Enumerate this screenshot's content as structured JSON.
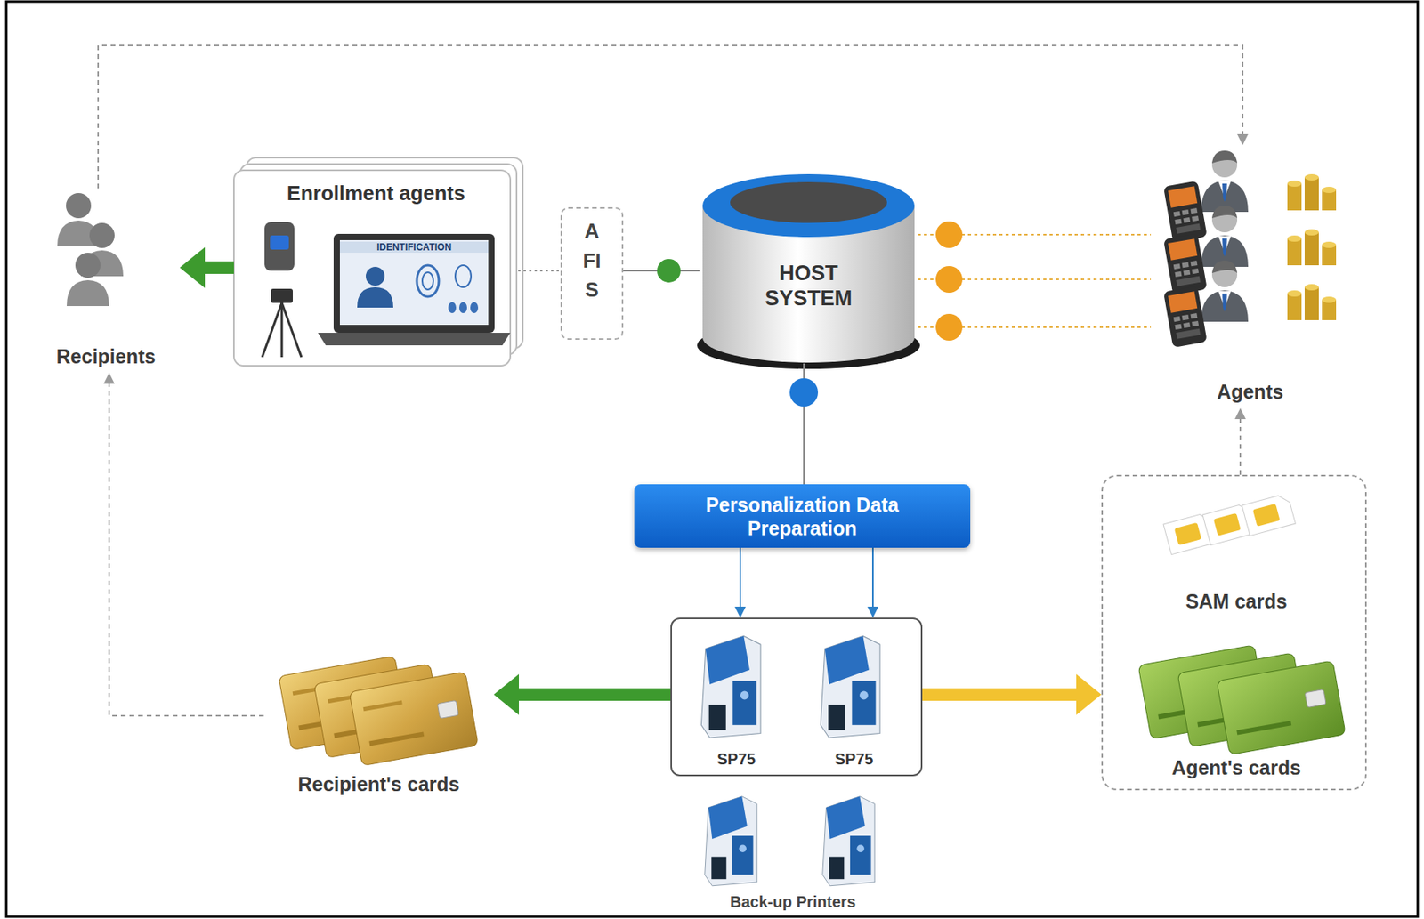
{
  "diagram": {
    "nodes": [
      {
        "text": [
          "Recipients"
        ]
      },
      {
        "text": [
          "Enrollment agents"
        ]
      },
      {
        "text": [
          "AFIS"
        ]
      },
      {
        "text": [
          "HOST SYSTEM"
        ]
      },
      {
        "text": [
          "Agents"
        ]
      },
      {
        "text": [
          "Personalization Data Preparation"
        ]
      },
      {
        "text": [
          "SP75",
          "SP75"
        ]
      },
      {
        "text": [
          "Recipient's cards"
        ]
      },
      {
        "text": []
      },
      {
        "text": [
          "SAM cards"
        ],
        "in": 8
      },
      {
        "text": [
          "Agent's cards"
        ],
        "in": 8
      }
    ],
    "edges": [
      {
        "from": 1,
        "to": 0,
        "arrow": "to"
      },
      {
        "from": 1,
        "to": 2,
        "arrow": "none"
      },
      {
        "from": 2,
        "to": 3,
        "arrow": "none"
      },
      {
        "from": 3,
        "to": 4,
        "arrow": "none"
      },
      {
        "from": 3,
        "to": 4,
        "arrow": "none"
      },
      {
        "from": 3,
        "to": 4,
        "arrow": "none"
      },
      {
        "from": 3,
        "to": 5,
        "arrow": "none"
      },
      {
        "from": 5,
        "to": 6,
        "arrow": "to"
      },
      {
        "from": 5,
        "to": 6,
        "arrow": "to"
      },
      {
        "from": 6,
        "to": 7,
        "arrow": "to"
      },
      {
        "from": 6,
        "to": 8,
        "arrow": "to"
      },
      {
        "from": 7,
        "to": 0,
        "arrow": "to"
      },
      {
        "from": 8,
        "to": 4,
        "arrow": "to"
      },
      {
        "from": 0,
        "to": 4,
        "arrow": "to"
      }
    ],
    "labels": [
      "IDENTIFICATION",
      "Back-up Printers"
    ]
  }
}
